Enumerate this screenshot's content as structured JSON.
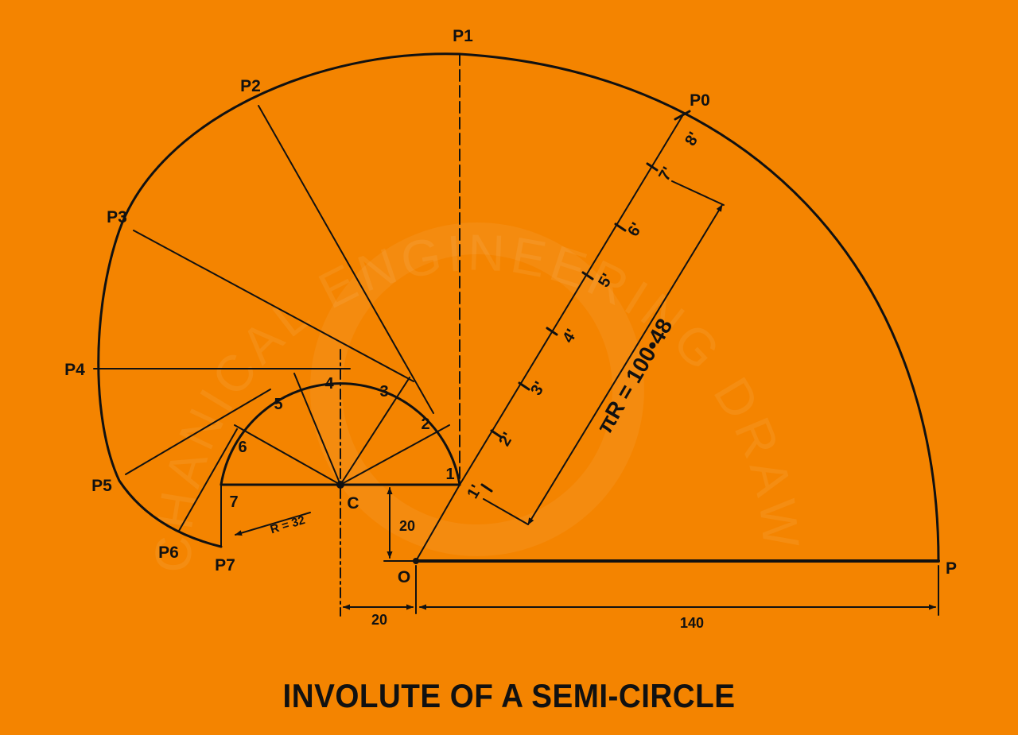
{
  "title": "INVOLUTE OF A SEMI-CIRCLE",
  "watermark": "MECHANICAL ENGINEERING DRAWING",
  "colors": {
    "background": "#f48400",
    "line": "#111111"
  },
  "points": {
    "p0": "P0",
    "p1": "P1",
    "p2": "P2",
    "p3": "P3",
    "p4": "P4",
    "p5": "P5",
    "p6": "P6",
    "p7": "P7",
    "p": "P",
    "o": "O",
    "c": "C"
  },
  "divisions": [
    "1",
    "2",
    "3",
    "4",
    "5",
    "6",
    "7"
  ],
  "scale_marks": [
    "1'",
    "2'",
    "3'",
    "4'",
    "5'",
    "6'",
    "7'",
    "8'"
  ],
  "labels": {
    "arc_length": "πR = 100•48",
    "radius": "R = 32"
  },
  "dimensions": {
    "offset_vertical": "20",
    "offset_horizontal": "20",
    "base_length": "140"
  }
}
